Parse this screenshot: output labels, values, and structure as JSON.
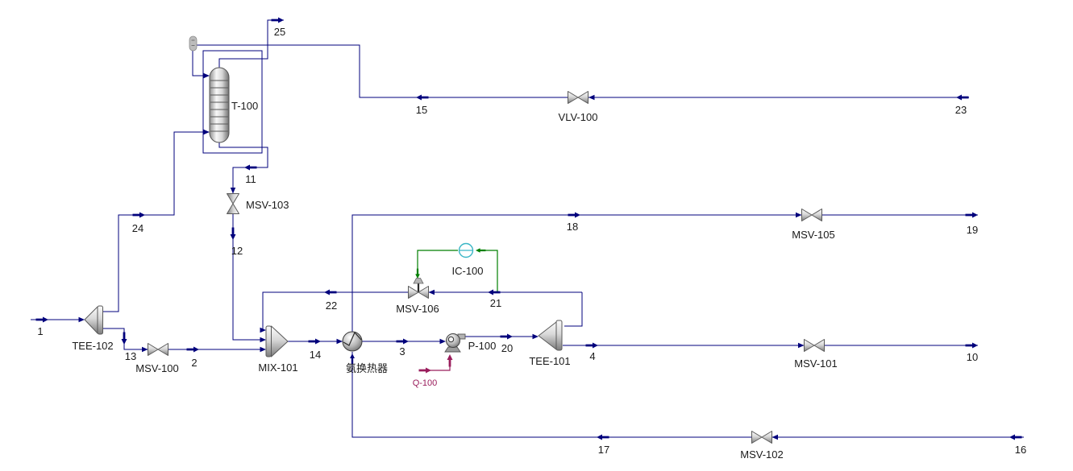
{
  "streams": {
    "s1": "1",
    "s2": "2",
    "s3": "3",
    "s4": "4",
    "s10": "10",
    "s11": "11",
    "s12": "12",
    "s13": "13",
    "s14": "14",
    "s15": "15",
    "s16": "16",
    "s17": "17",
    "s18": "18",
    "s19": "19",
    "s20": "20",
    "s21": "21",
    "s22": "22",
    "s23": "23",
    "s24": "24",
    "s25": "25"
  },
  "energy": {
    "q100": "Q-100"
  },
  "equipment": {
    "t100": "T-100",
    "tee102": "TEE-102",
    "msv100": "MSV-100",
    "mix101": "MIX-101",
    "exchanger": "氨换热器",
    "p100": "P-100",
    "tee101": "TEE-101",
    "msv106": "MSV-106",
    "ic100": "IC-100",
    "vlv100": "VLV-100",
    "msv103": "MSV-103",
    "msv105": "MSV-105",
    "msv101": "MSV-101",
    "msv102": "MSV-102"
  },
  "icons": {
    "t100": "distillation-column",
    "tee102": "tee-splitter",
    "tee101": "tee-splitter",
    "mix101": "mixer",
    "exchanger": "heat-exchanger-circle",
    "p100": "centrifugal-pump",
    "vlv100": "valve-bowtie",
    "msv100": "valve-bowtie",
    "msv101": "valve-bowtie",
    "msv102": "valve-bowtie",
    "msv103": "valve-bowtie-vertical",
    "msv105": "valve-bowtie",
    "msv106": "valve-bowtie-actuated",
    "ic100": "controller-circle",
    "q100": "energy-stream-arrow"
  },
  "colors": {
    "stream_line": "#00007c",
    "stream_arrow": "#00007c",
    "energy_stream": "#9a1d5c",
    "control_signal": "#007f00",
    "controller_icon": "#3ab6c6",
    "equipment_fill": "#c8c8c8",
    "label_text": "#1a1a1a",
    "background": "#ffffff"
  }
}
